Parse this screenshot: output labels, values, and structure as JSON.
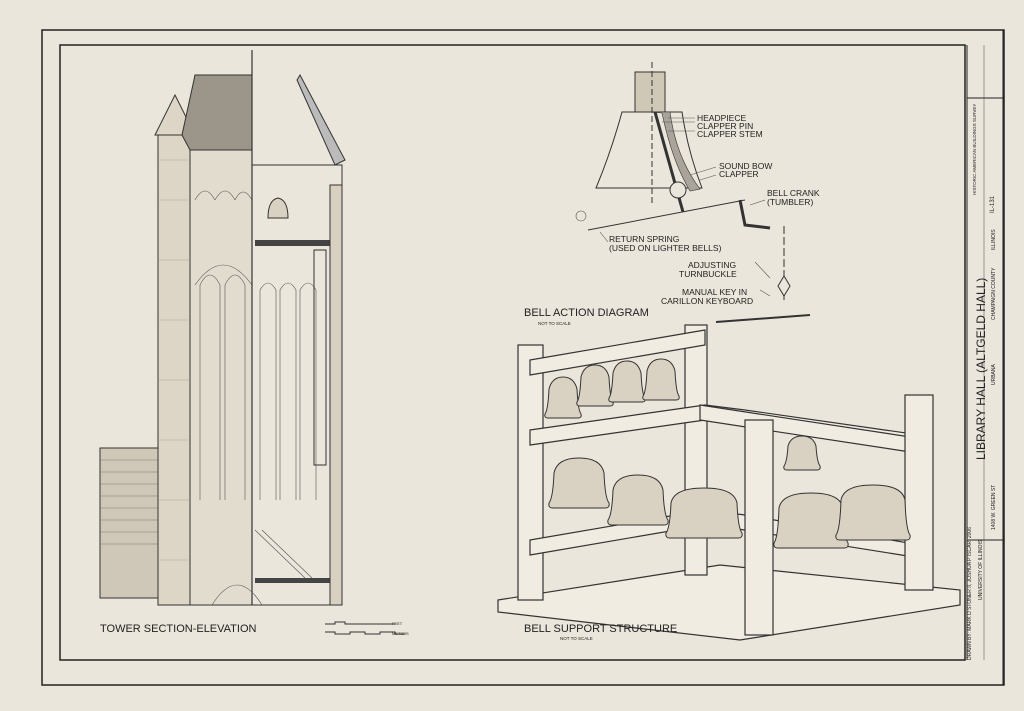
{
  "drawings": {
    "tower": {
      "title": "TOWER SECTION-ELEVATION",
      "scale_feet": "FEET",
      "scale_meters": "METERS"
    },
    "bell_action": {
      "title": "BELL ACTION DIAGRAM",
      "note": "NOT TO SCALE",
      "callouts": {
        "headpiece": "HEADPIECE",
        "clapper_pin": "CLAPPER PIN",
        "clapper_stem": "CLAPPER STEM",
        "sound_bow": "SOUND BOW",
        "clapper": "CLAPPER",
        "bell_crank": "BELL CRANK",
        "tumbler": "(TUMBLER)",
        "return_spring": "RETURN SPRING",
        "return_spring_note": "(USED ON LIGHTER BELLS)",
        "adjusting": "ADJUSTING",
        "turnbuckle": "TURNBUCKLE",
        "manual_key": "MANUAL KEY IN",
        "carillon_keyboard": "CARILLON KEYBOARD"
      }
    },
    "bell_support": {
      "title": "BELL SUPPORT STRUCTURE",
      "note": "NOT TO SCALE"
    }
  },
  "title_block": {
    "building": "LIBRARY HALL  (ALTGELD HALL)",
    "city": "URBANA",
    "county": "CHAMPAIGN COUNTY",
    "address": "1408 W. GREEN ST",
    "owner": "UNIVERSITY OF ILLINOIS",
    "drawn_by": "DRAWN BY:  MARK D STONER II, JOSHUA P ISCAR, 2006",
    "state": "ILLINOIS",
    "survey_number": "IL-131",
    "agency": "HISTORIC AMERICAN BUILDINGS SURVEY"
  }
}
